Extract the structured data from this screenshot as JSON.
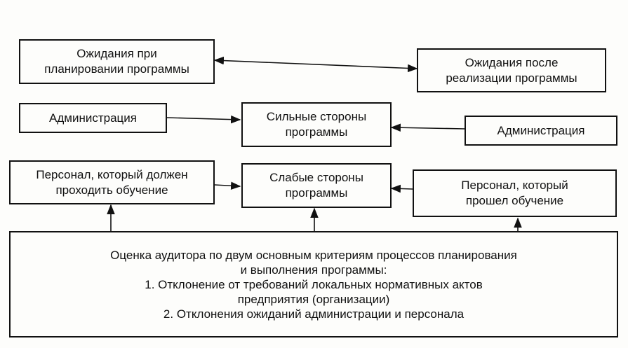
{
  "boxes": {
    "expect_plan": {
      "line1": "Ожидания при",
      "line2": "планировании программы"
    },
    "expect_after": {
      "line1": "Ожидания после",
      "line2": "реализации программы"
    },
    "admin_left": {
      "line1": "Администрация"
    },
    "strengths": {
      "line1": "Сильные стороны",
      "line2": "программы"
    },
    "admin_right": {
      "line1": "Администрация"
    },
    "staff_to_train": {
      "line1": "Персонал, который должен",
      "line2": "проходить обучение"
    },
    "weaknesses": {
      "line1": "Слабые стороны",
      "line2": "программы"
    },
    "staff_trained": {
      "line1": "Персонал, который",
      "line2": "прошел обучение"
    },
    "auditor": {
      "line1": "Оценка аудитора по двум основным критериям процессов планирования",
      "line2": "и выполнения программы:",
      "line3": "1. Отклонение от требований локальных нормативных актов",
      "line4": "предприятия (организации)",
      "line5": "2. Отклонения ожиданий администрации и персонала"
    }
  },
  "colors": {
    "line": "#111111",
    "background": "#fdfdfb"
  }
}
